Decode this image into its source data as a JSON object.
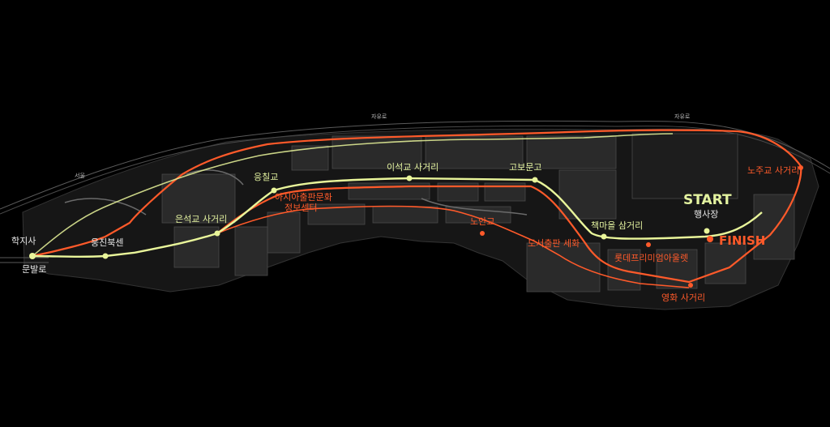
{
  "colors": {
    "background": "#000000",
    "land": "#171717",
    "block": "#2a2a2a",
    "block_stroke": "#4a4a4a",
    "route_yellow": "#e9f59a",
    "route_orange": "#ff5a2a",
    "road_gray": "#6a6a6a"
  },
  "roads": {
    "jayuro_1": "자유로",
    "jayuro_2": "자유로",
    "seoul": "서울"
  },
  "route": {
    "start": "START",
    "finish": "FINISH"
  },
  "labels": {
    "hakjisa": "학지사",
    "munbalro": "문발로",
    "woongjin": "웅진북센",
    "eunseokgyo": "은석교 사거리",
    "ungchigyo": "응칠교",
    "iseokgyo": "이석교 사거리",
    "gobunmungo": "고보문고",
    "haengsajang": "행사장",
    "chaekmaeul": "책마을 삼거리",
    "asia_center_line1": "아시아출판문화",
    "asia_center_line2": "정보센터",
    "noangyo": "노안교",
    "doseo_chulpan": "도서출판 세화",
    "lotte_outlet": "롯데프리미엄아울렛",
    "yeonghwa": "영화 사거리",
    "nojugyo": "노주교 사거리"
  }
}
